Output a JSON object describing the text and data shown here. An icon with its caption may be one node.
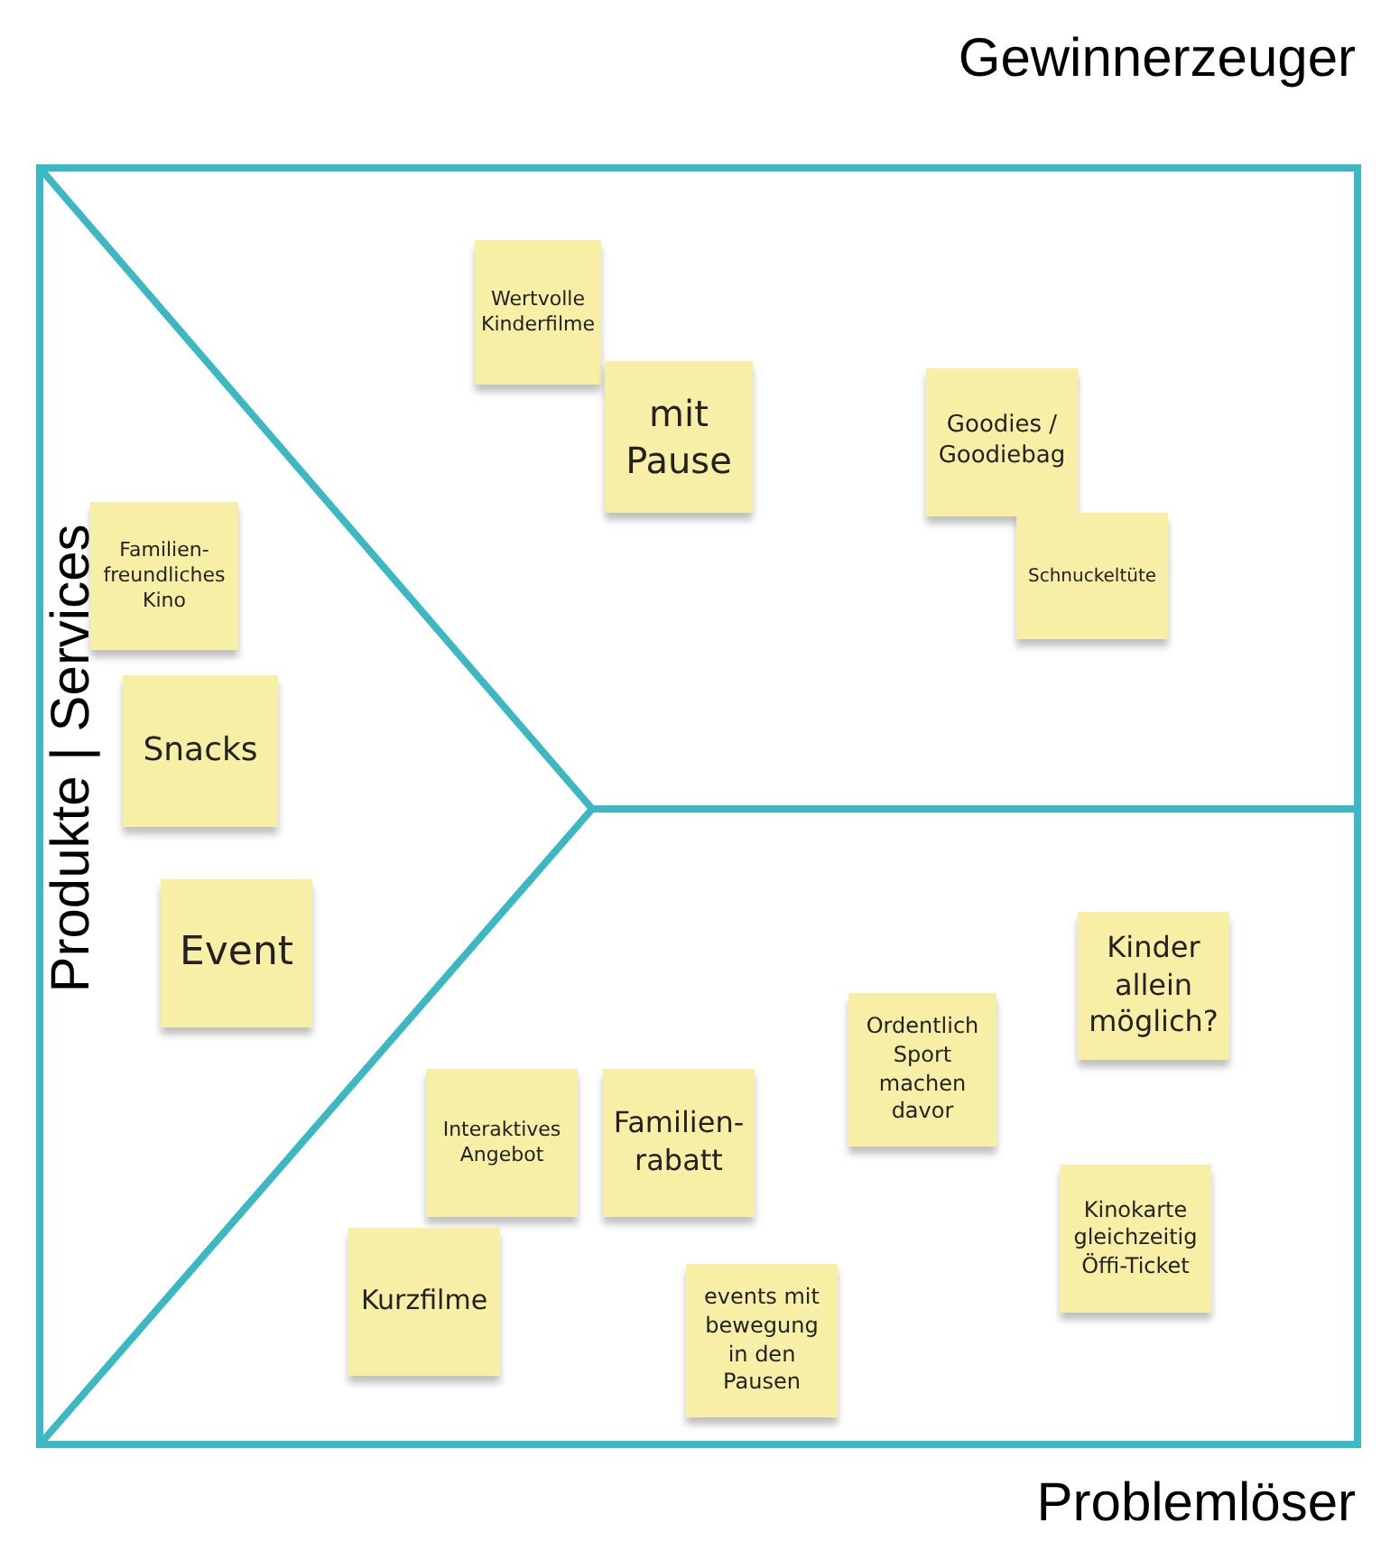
{
  "diagram": {
    "nodes": [
      {
        "text": [
          "Wertvolle Kinderfilme"
        ]
      },
      {
        "text": [
          "mit Pause"
        ]
      },
      {
        "text": [
          "Goodies / Goodiebag"
        ]
      },
      {
        "text": [
          "Schnuckeltüte"
        ]
      },
      {
        "text": [
          "Familien-freundliches Kino"
        ]
      },
      {
        "text": [
          "Snacks"
        ]
      },
      {
        "text": [
          "Event"
        ]
      },
      {
        "text": [
          "Kinder allein möglich?"
        ]
      },
      {
        "text": [
          "Ordentlich Sport machen davor"
        ]
      },
      {
        "text": [
          "Interaktives Angebot"
        ]
      },
      {
        "text": [
          "Familien-rabatt"
        ]
      },
      {
        "text": [
          "Kinokarte gleichzeitig Öffi-Ticket"
        ]
      },
      {
        "text": [
          "Kurzfilme"
        ]
      },
      {
        "text": [
          "events mit bewegung in den Pausen"
        ]
      }
    ],
    "labels": [
      "Gewinnerzeuger",
      "Produkte | Services",
      "Problemlöser"
    ]
  }
}
